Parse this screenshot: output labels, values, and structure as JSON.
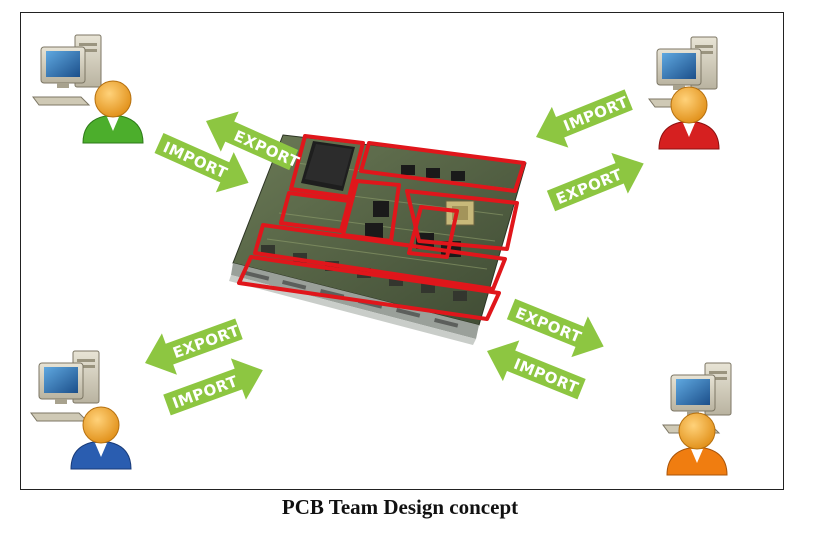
{
  "caption": "PCB Team Design concept",
  "labels": {
    "export": "EXPORT",
    "import": "IMPORT"
  },
  "users": [
    {
      "id": "top-left",
      "shirt_color": "#4cae2c"
    },
    {
      "id": "top-right",
      "shirt_color": "#d62020"
    },
    {
      "id": "bottom-left",
      "shirt_color": "#2a5db0"
    },
    {
      "id": "bottom-right",
      "shirt_color": "#f07d10"
    }
  ],
  "colors": {
    "arrow": "#8dc641",
    "region_outline": "#e0161b",
    "board": "#5a6a4a",
    "head": "#f2a93b"
  }
}
